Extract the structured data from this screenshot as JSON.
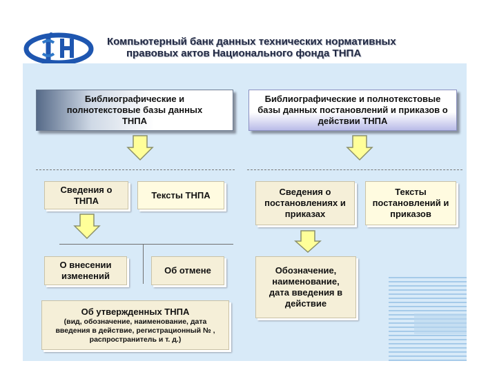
{
  "title": {
    "line1": "Компьютерный банк данных  технических нормативных",
    "line2": "правовых актов Национального фонда ТНПА"
  },
  "logo": {
    "icon": "national-fund-logo",
    "colors": [
      "#1e56b0",
      "#2f78c9"
    ]
  },
  "boxes": {
    "top_left": "Библиографические и полнотекстовые базы данных ТНПА",
    "top_right": "Библиографические и полнотекстовые базы данных постановлений и приказов о действии ТНПА",
    "svedeniya_tnpa": "Сведения  о ТНПА",
    "teksty_tnpa": "Тексты ТНПА",
    "svedeniya_postanovleniyah": "Сведения о постановлениях и приказах",
    "teksty_postanovleniy": "Тексты постановлений и приказов",
    "o_vnesenii": "О внесении изменений",
    "ob_otmene": "Об отмене",
    "oboznachenie": "Обозначение, наименование, дата введения  в действие",
    "ob_utverzhdennyh_title": "Об утвержденных ТНПА",
    "ob_utverzhdennyh_detail": "(вид, обозначение, наименование, дата введения  в действие,  регистрационный № , распространитель и т. д.)"
  },
  "colors": {
    "panel": "#d8eaf8",
    "arrow_fill": "#ffff99",
    "arrow_stroke": "#8a8f6a",
    "box_fill": "#f5efd8",
    "logo_blue": "#1e56b0"
  }
}
